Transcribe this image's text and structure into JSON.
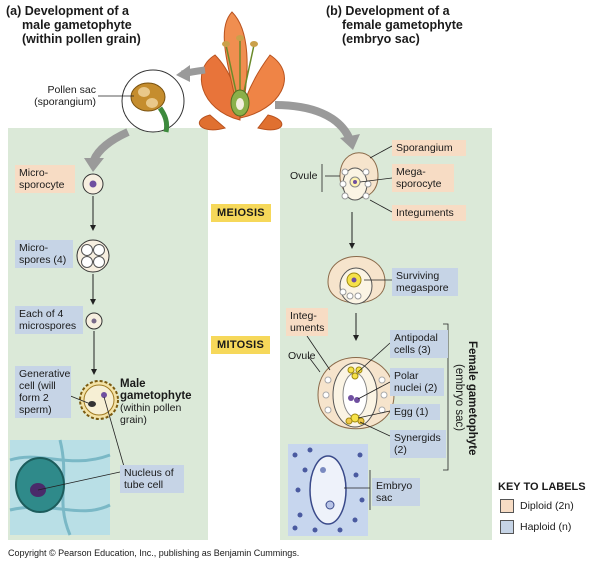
{
  "header_left": {
    "line1": "(a) Development of a",
    "line2": "male gametophyte",
    "line3": "(within pollen grain)"
  },
  "header_right": {
    "line1": "(b) Development of a",
    "line2": "female gametophyte",
    "line3": "(embryo sac)"
  },
  "pollen_sac": {
    "line1": "Pollen sac",
    "line2": "(sporangium)"
  },
  "stages": {
    "meiosis": "MEIOSIS",
    "mitosis": "MITOSIS"
  },
  "male": {
    "microsporocyte": {
      "line1": "Micro-",
      "line2": "sporocyte"
    },
    "microspores": {
      "line1": "Micro-",
      "line2": "spores (4)"
    },
    "each_of_4": {
      "line1": "Each of 4",
      "line2": "microspores"
    },
    "generative": {
      "line1": "Generative",
      "line2": "cell (will",
      "line3": "form 2",
      "line4": "sperm)"
    },
    "male_gametophyte": {
      "line1": "Male",
      "line2": "gametophyte",
      "line3": "(within pollen",
      "line4": "grain)"
    },
    "nucleus_tube": {
      "line1": "Nucleus of",
      "line2": "tube cell"
    }
  },
  "female": {
    "sporangium": "Sporangium",
    "ovule_top": "Ovule",
    "megasporocyte": {
      "line1": "Mega-",
      "line2": "sporocyte"
    },
    "integuments_top": "Integuments",
    "surviving": {
      "line1": "Surviving",
      "line2": "megaspore"
    },
    "integuments_mid": {
      "line1": "Integ-",
      "line2": "uments"
    },
    "ovule_mid": "Ovule",
    "antipodal": {
      "line1": "Antipodal",
      "line2": "cells (3)"
    },
    "polar": {
      "line1": "Polar",
      "line2": "nuclei (2)"
    },
    "egg": "Egg (1)",
    "synergids": {
      "line1": "Synergids",
      "line2": "(2)"
    },
    "embryo_sac": {
      "line1": "Embryo",
      "line2": "sac"
    },
    "female_gametophyte": {
      "line1": "Female gametophyte",
      "line2": "(embryo sac)"
    }
  },
  "key": {
    "title": "KEY TO LABELS",
    "diploid": "Diploid (2n)",
    "haploid": "Haploid (n)"
  },
  "colors": {
    "panel": "#dbe9d8",
    "diploid": "#f7dcc4",
    "haploid": "#c6d4e6",
    "stage": "#f6d85a",
    "petal": "#e8743a"
  },
  "copyright": "Copyright © Pearson Education, Inc., publishing as Benjamin Cummings."
}
